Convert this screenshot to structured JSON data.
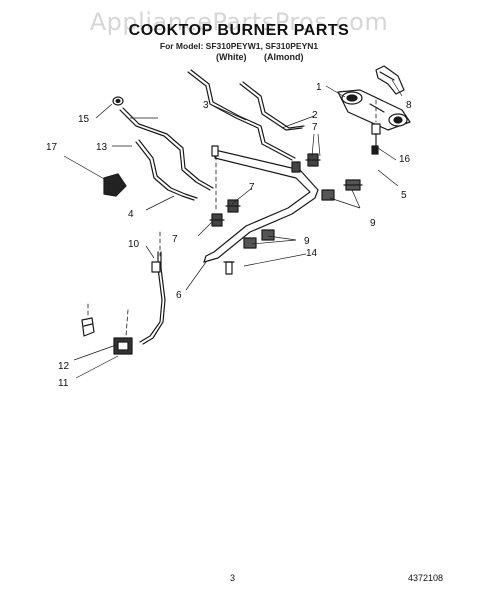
{
  "watermark": "AppliancePartsPros.com",
  "header": {
    "title": "COOKTOP BURNER PARTS",
    "models": "For Model: SF310PEYW1, SF310PEYN1",
    "variant_white": "(White)",
    "variant_almond": "(Almond)"
  },
  "callouts": {
    "c1": "1",
    "c2": "2",
    "c3": "3",
    "c4": "4",
    "c5": "5",
    "c6": "6",
    "c7a": "7",
    "c7b": "7",
    "c7c": "7",
    "c8": "8",
    "c9a": "9",
    "c9b": "9",
    "c10": "10",
    "c11": "11",
    "c12": "12",
    "c13": "13",
    "c14": "14",
    "c15": "15",
    "c16": "16",
    "c17": "17"
  },
  "footer": {
    "page_number": "3",
    "document_number": "4372108"
  }
}
